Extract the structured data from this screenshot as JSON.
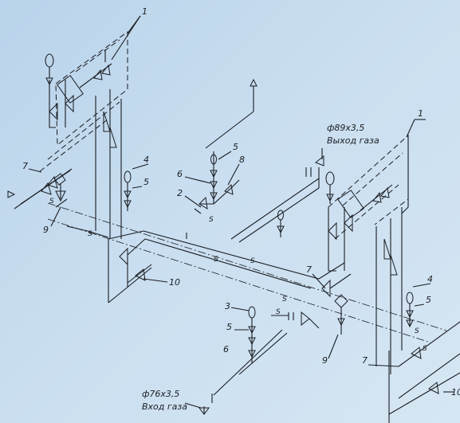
{
  "annotations": {
    "outlet_size": "ф89х3,5",
    "outlet_label": "Выход газа",
    "inlet_size": "ф76х3,5",
    "inlet_label": "Вход газа"
  },
  "callouts": {
    "c1_top": "1",
    "c1_right": "1",
    "c7_left": "7",
    "c4_left": "4",
    "c5_left": "5",
    "c9_left": "9",
    "c5_mid": "5",
    "c8_mid": "8",
    "c6_mid": "6",
    "c2_mid": "2",
    "c10_left": "10",
    "c7_center": "7",
    "c3_bottom": "3",
    "c5_bottom": "5",
    "c6_bottom": "6",
    "c9_center": "9",
    "c4_right": "4",
    "c5_right": "5",
    "c7_right": "7",
    "c10_right": "10"
  },
  "slope_marks": [
    "S",
    "S",
    "S",
    "S",
    "S",
    "S",
    "S",
    "S",
    "S"
  ]
}
